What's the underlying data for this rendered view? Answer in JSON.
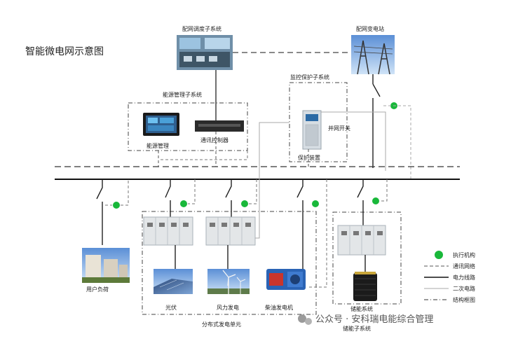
{
  "title": "智能微电网示意图",
  "labels": {
    "dispatch": "配网调度子系统",
    "substation": "配网变电站",
    "monitor": "监控保护子系统",
    "ems_group": "能源管理子系统",
    "ems": "能源管理",
    "comm": "通讯控制器",
    "grid_switch": "并网开关",
    "protection": "保护装置",
    "user_load": "用户负荷",
    "pv": "光伏",
    "wind": "风力发电",
    "diesel": "柴油发电机",
    "storage": "储能系统",
    "storage_sub": "储能子系统",
    "dg_unit": "分布式发电单元"
  },
  "legend": [
    {
      "key": "actuator",
      "label": "执行机构"
    },
    {
      "key": "comm_net",
      "label": "通讯网络"
    },
    {
      "key": "power_line",
      "label": "电力线路"
    },
    {
      "key": "secondary",
      "label": "二次电路"
    },
    {
      "key": "frame",
      "label": "结构框图"
    }
  ],
  "watermark": "公众号 · 安科瑞电能综合管理",
  "colors": {
    "actuator": "#19b83a",
    "line": "#222222",
    "comm": "#777777",
    "secondary": "#aaaaaa"
  }
}
